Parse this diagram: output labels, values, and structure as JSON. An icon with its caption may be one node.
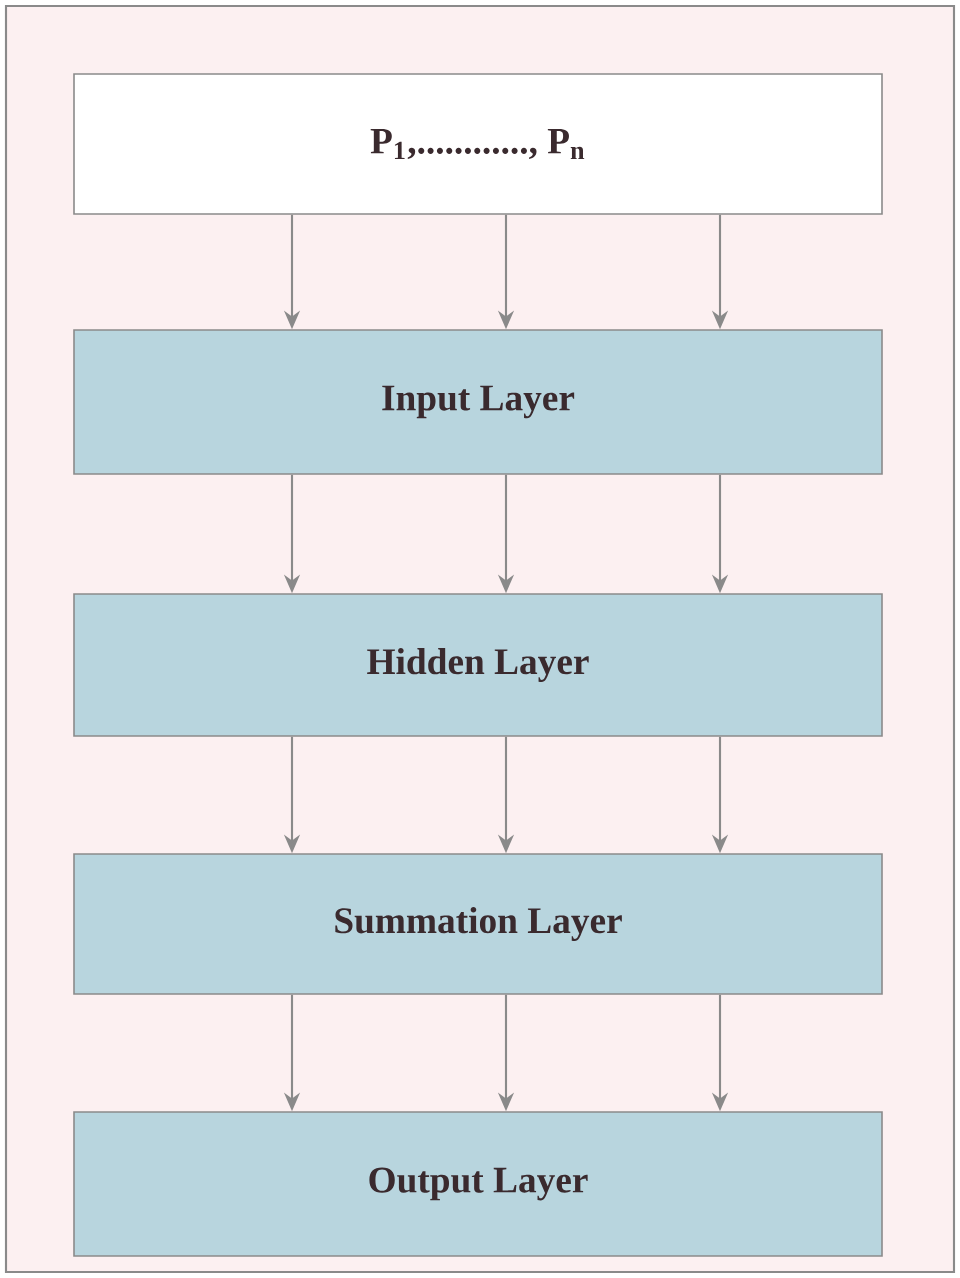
{
  "diagram": {
    "nodes": [
      {
        "text": [
          "P$_{1}$,............, P$_{n}$"
        ]
      },
      {
        "text": [
          "Input Layer"
        ]
      },
      {
        "text": [
          "Hidden Layer"
        ]
      },
      {
        "text": [
          "Summation Layer"
        ]
      },
      {
        "text": [
          "Output Layer"
        ]
      }
    ],
    "edges": [
      {
        "from": 0,
        "to": 1,
        "arrow": "to"
      },
      {
        "from": 0,
        "to": 1,
        "arrow": "to"
      },
      {
        "from": 0,
        "to": 1,
        "arrow": "to"
      },
      {
        "from": 1,
        "to": 2,
        "arrow": "to"
      },
      {
        "from": 1,
        "to": 2,
        "arrow": "to"
      },
      {
        "from": 1,
        "to": 2,
        "arrow": "to"
      },
      {
        "from": 2,
        "to": 3,
        "arrow": "to"
      },
      {
        "from": 2,
        "to": 3,
        "arrow": "to"
      },
      {
        "from": 2,
        "to": 3,
        "arrow": "to"
      },
      {
        "from": 3,
        "to": 4,
        "arrow": "to"
      },
      {
        "from": 3,
        "to": 4,
        "arrow": "to"
      },
      {
        "from": 3,
        "to": 4,
        "arrow": "to"
      }
    ]
  }
}
